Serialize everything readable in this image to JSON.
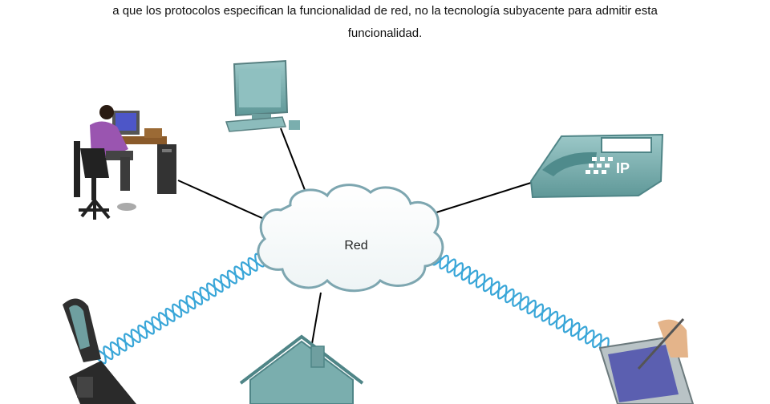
{
  "caption": {
    "line1": "a que los protocolos especifican la funcionalidad de red, no la tecnología subyacente para admitir esta",
    "line2": "funcionalidad."
  },
  "diagram": {
    "cloud_label": "Red",
    "phone_badge": "IP",
    "nodes": [
      "workstation",
      "desktop-computer",
      "ip-phone",
      "cell-phone",
      "house",
      "pda"
    ],
    "links": [
      {
        "from": "Red",
        "to": "workstation",
        "kind": "wired"
      },
      {
        "from": "Red",
        "to": "desktop-computer",
        "kind": "wired"
      },
      {
        "from": "Red",
        "to": "ip-phone",
        "kind": "wired"
      },
      {
        "from": "Red",
        "to": "house",
        "kind": "wired"
      },
      {
        "from": "Red",
        "to": "cell-phone",
        "kind": "wireless"
      },
      {
        "from": "Red",
        "to": "pda",
        "kind": "wireless"
      }
    ],
    "colors": {
      "device_teal": "#7fb3b4",
      "cloud_fill": "#ffffff",
      "cloud_outline": "#7da6b0",
      "wireless_wave": "#39a6d8",
      "link_line": "#000000"
    }
  }
}
